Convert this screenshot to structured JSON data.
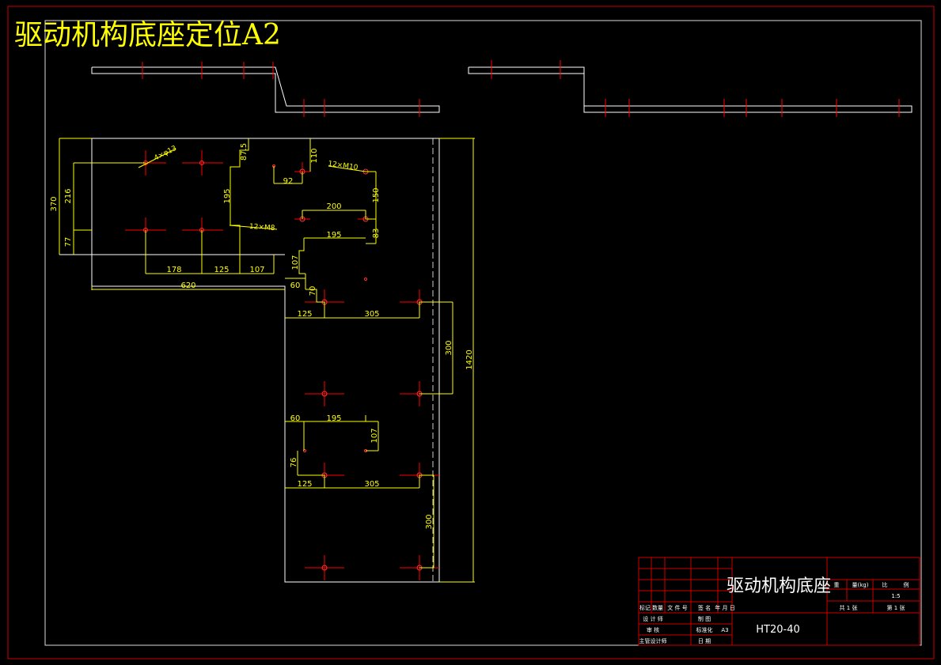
{
  "sheet_title": "驱动机构底座定位A2",
  "colors": {
    "background": "#000000",
    "frame": "#cc0000",
    "outline": "#ffffff",
    "dimension": "#ffff00",
    "center": "#ff0000"
  },
  "dimensions": {
    "d370": "370",
    "d216": "216",
    "d77": "77",
    "d87_5": "87.5",
    "d110": "110",
    "d195_left": "195",
    "d92": "92",
    "d150": "150",
    "d200": "200",
    "d83": "83",
    "d195_mid": "195",
    "d107_left": "107",
    "d178": "178",
    "d125_a": "125",
    "d107_b": "107",
    "d620": "620",
    "d60_a": "60",
    "d70": "70",
    "d125_b": "125",
    "d305_a": "305",
    "d300_a": "300",
    "d1420": "1420",
    "d60_b": "60",
    "d195_b": "195",
    "d107_c": "107",
    "d76": "76",
    "d125_c": "125",
    "d305_b": "305",
    "d300_b": "300"
  },
  "callouts": {
    "holes_4": "4×φ13",
    "holes_12_m10": "12×M10",
    "holes_12_m8": "12×M8"
  },
  "title_block": {
    "part_name": "驱动机构底座",
    "material": "HT20-40",
    "row_headers": [
      "标记",
      "数量",
      "文 件 号",
      "签 名",
      "年 月 日"
    ],
    "left_rows": [
      "设 计 师",
      "审    核",
      "主管设计师"
    ],
    "mid_rows": [
      "制    图",
      "标准化",
      "日    期"
    ],
    "mid_values": [
      "",
      "A3",
      ""
    ],
    "right_labels": [
      "重",
      "量(kg)",
      "比",
      "例"
    ],
    "scale": "1:5",
    "sheets_total": "共 1 张",
    "sheet_no": "第 1 张"
  }
}
